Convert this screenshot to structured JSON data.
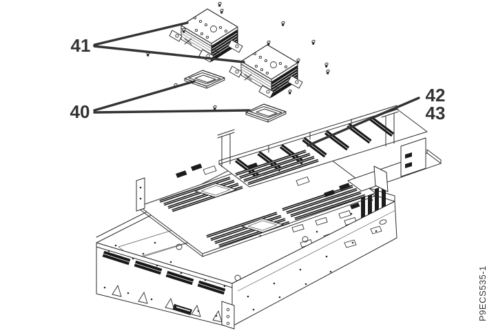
{
  "diagram": {
    "background_color": "#ffffff",
    "line_color": "#2a2a2a",
    "label_color": "#333333",
    "callouts": {
      "c40": "40",
      "c41": "41",
      "c42": "42",
      "c43": "43"
    },
    "figure_id": "P9ECS535-1"
  }
}
